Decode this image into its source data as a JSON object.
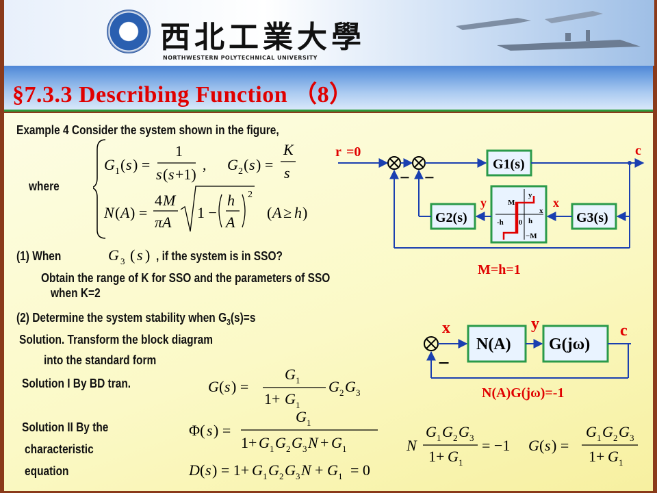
{
  "header": {
    "university_cn": "西北工業大學",
    "university_en": "NORTHWESTERN POLYTECHNICAL UNIVERSITY"
  },
  "title": "§7.3.3  Describing Function （8）",
  "text": {
    "example": "Example 4 Consider the system shown in the figure,",
    "where": "where",
    "q1_when": "(1)    When",
    "q1_rest": ", if the system is in SSO?",
    "q1_obtain": "Obtain the range of K for SSO and the parameters of SSO",
    "q1_k2": "when K=2",
    "q2": "(2)    Determine the system stability when G",
    "q2_sub": "3",
    "q2_end": "(s)=s",
    "sol1": "Solution. Transform the block diagram",
    "sol2": "into the standard form",
    "solI": "Solution I  By BD tran.",
    "solII_1": "Solution II  By the",
    "solII_2": "characteristic",
    "solII_3": "equation"
  },
  "diagram1": {
    "r_label": "r",
    "r_value": "=0",
    "c_label": "c",
    "g1": "G1(s)",
    "g2": "G2(s)",
    "g3": "G3(s)",
    "y_label": "y",
    "x_label": "x",
    "minus": "−",
    "nl_M": "M",
    "nl_negM": "−M",
    "nl_h": "h",
    "nl_negh": "-h",
    "nl_zero": "0",
    "nl_y": "y",
    "nl_x": "x",
    "params": "M=h=1"
  },
  "diagram2": {
    "x_label": "x",
    "y_label": "y",
    "c_label": "c",
    "n_block": "N(A)",
    "g_block": "G(jω)",
    "minus": "−",
    "condition": "N(A)G(jω)=-1"
  },
  "colors": {
    "title_red": "#e00000",
    "diagram_red": "#e00000",
    "block_border": "#2a9a4a",
    "block_fill": "#e9f3ff",
    "wire_blue": "#1a3fb0"
  }
}
